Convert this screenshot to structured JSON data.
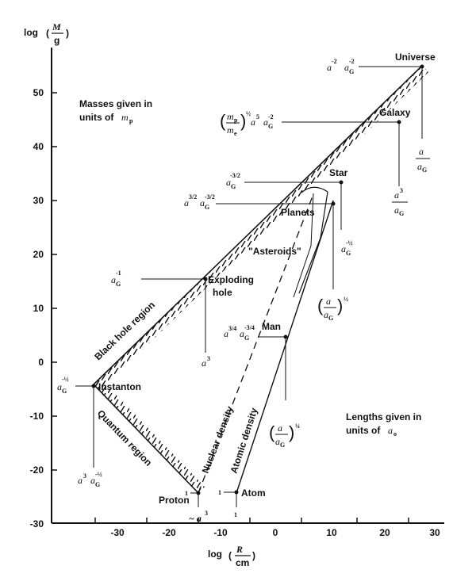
{
  "axes": {
    "y_label_prefix": "log",
    "y_label_num": "M",
    "y_label_den": "g",
    "x_label_prefix": "log",
    "x_label_num": "R",
    "x_label_den": "cm",
    "y_ticks": [
      "50",
      "40",
      "30",
      "20",
      "10",
      "0",
      "-10",
      "-20",
      "-30"
    ],
    "x_ticks": [
      "-30",
      "-20",
      "-10",
      "0",
      "10",
      "20",
      "30"
    ]
  },
  "notes": {
    "masses_line1": "Masses given in",
    "masses_line2": "units of",
    "masses_unit": "m",
    "masses_unit_sub": "p",
    "lengths_line1": "Lengths given in",
    "lengths_line2": "units of",
    "lengths_unit": "a",
    "lengths_unit_sub": "o"
  },
  "points": {
    "universe": "Universe",
    "galaxy": "Galaxy",
    "star": "Star",
    "planets": "Planets",
    "asteroids": "\"Asteroids\"",
    "exploding_hole_1": "Exploding",
    "exploding_hole_2": "hole",
    "man": "Man",
    "instanton": "Instanton",
    "proton": "Proton",
    "atom": "Atom"
  },
  "regions": {
    "black_hole": "Black hole region",
    "quantum": "Quantum region",
    "nuclear": "Nuclear density",
    "atomic": "Atomic density"
  },
  "formulas": {
    "aG": "a",
    "aG_sub": "G",
    "a": "a",
    "mp": "m",
    "mp_sub": "p",
    "me": "m",
    "me_sub": "e",
    "exp_m2": "-2",
    "exp_m1": "-1",
    "exp_m1_2": "-½",
    "exp_m3_2": "-3/2",
    "exp_3_2": "3/2",
    "exp_1_2": "½",
    "exp_3_4": "3/4",
    "exp_m3_4": "-3/4",
    "exp_1_4": "¼",
    "exp_3": "3",
    "exp_5": "5",
    "one": "1",
    "tilde_a3": "~ a",
    "ex_one_a": "1"
  }
}
